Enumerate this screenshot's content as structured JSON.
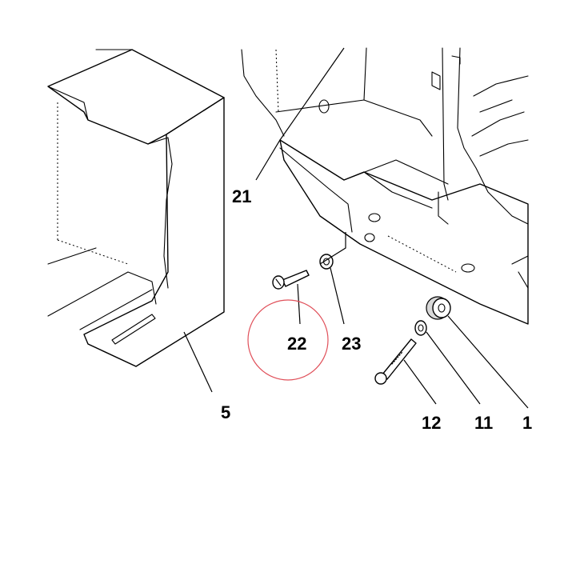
{
  "diagram": {
    "callouts": {
      "guard": "5",
      "bracket": "21",
      "screw_small": "22",
      "washer_small": "23",
      "bolt_long": "12",
      "washer_long": "11",
      "grommet": "1"
    },
    "highlight_color": "#e0505a",
    "line_color": "#000000",
    "background": "#ffffff"
  }
}
